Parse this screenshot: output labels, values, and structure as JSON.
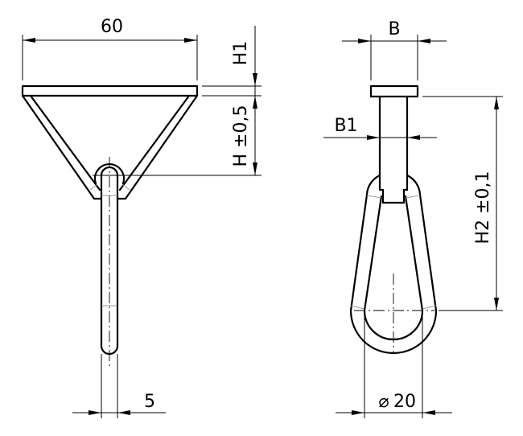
{
  "drawing": {
    "type": "technical-drawing",
    "views": [
      {
        "name": "front-view",
        "part": "triangular-hanger-with-rod",
        "dimensions": {
          "width": "60",
          "top_height": "H1",
          "height": "H ±0,5",
          "rod_diameter": "5"
        }
      },
      {
        "name": "side-view",
        "part": "teardrop-loop-with-pin",
        "dimensions": {
          "cap_width": "B",
          "pin_width": "B1",
          "loop_height": "H2 ±0,1",
          "loop_diameter": "⌀20"
        }
      }
    ]
  },
  "labels": {
    "width_60": "60",
    "h1": "H1",
    "h": "H ±0,5",
    "rod_5": "5",
    "b": "B",
    "b1": "B1",
    "h2": "H2 ±0,1",
    "dia_symbol": "⌀",
    "dia_value": "20"
  },
  "colors": {
    "line": "#000000",
    "background": "#ffffff"
  }
}
